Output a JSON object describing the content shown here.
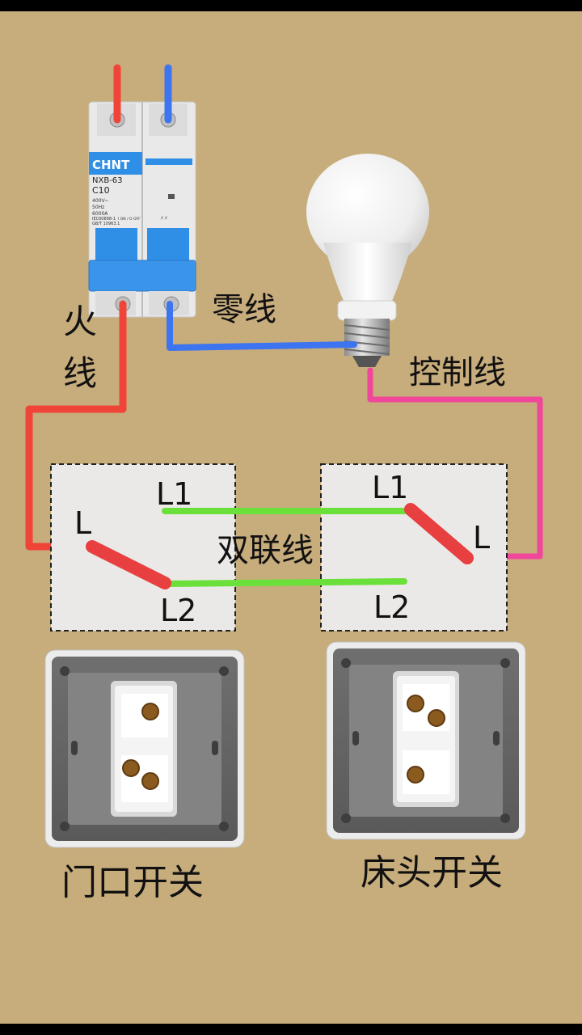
{
  "breaker": {
    "brand": "CHNT",
    "model": "NXB-63",
    "rating": "C10",
    "spec_lines": [
      "400V~",
      "50Hz",
      "6000A"
    ],
    "std_lines": [
      "IEC60898-1",
      "GB/T 10963.1"
    ],
    "switch_marks": "I ON / O OFF"
  },
  "labels": {
    "live_wire_1": "火",
    "live_wire_2": "线",
    "neutral_wire": "零线",
    "control_wire": "控制线",
    "traveler_wires": "双联线"
  },
  "switch_left": {
    "terminal_l1": "L1",
    "terminal_l": "L",
    "terminal_l2": "L2",
    "caption": "门口开关"
  },
  "switch_right": {
    "terminal_l1": "L1",
    "terminal_l": "L",
    "terminal_l2": "L2",
    "caption": "床头开关"
  },
  "colors": {
    "background": "#C7AC7C",
    "live": "#F04438",
    "neutral": "#3D74F0",
    "control": "#F0479A",
    "traveler": "#6BE03A",
    "lever": "#E84040",
    "breaker_blue": "#2F8FE6"
  }
}
